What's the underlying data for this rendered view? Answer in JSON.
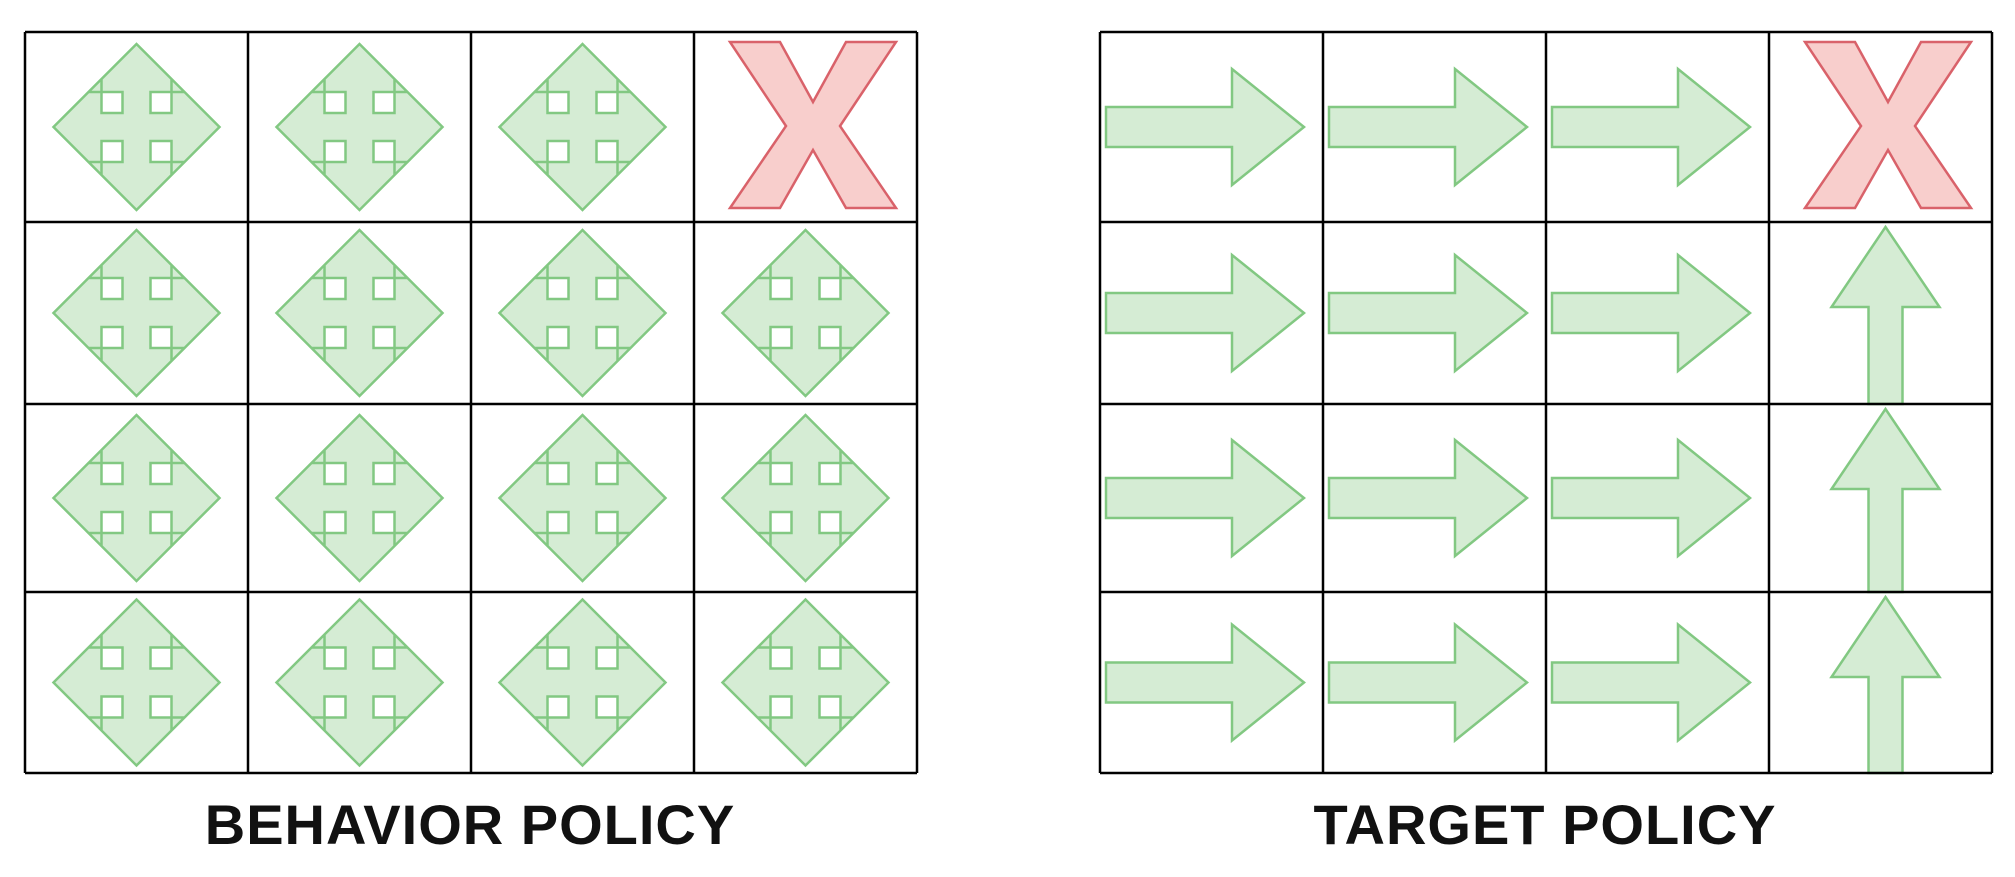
{
  "colors": {
    "arrow_fill": "#d5ecd4",
    "arrow_stroke": "#82c882",
    "terminal_fill": "#f8cecc",
    "terminal_stroke": "#d9626a",
    "grid_line": "#000000"
  },
  "icons": {
    "any_direction": "four-way-arrow-icon",
    "right": "right-arrow-icon",
    "up": "up-arrow-icon",
    "terminal": "x-mark-icon"
  },
  "behavior_policy": {
    "caption": "BEHAVIOR POLICY",
    "grid": [
      [
        "all",
        "all",
        "all",
        "X"
      ],
      [
        "all",
        "all",
        "all",
        "all"
      ],
      [
        "all",
        "all",
        "all",
        "all"
      ],
      [
        "all",
        "all",
        "all",
        "all"
      ]
    ]
  },
  "target_policy": {
    "caption": "TARGET POLICY",
    "grid": [
      [
        "right",
        "right",
        "right",
        "X"
      ],
      [
        "right",
        "right",
        "right",
        "up"
      ],
      [
        "right",
        "right",
        "right",
        "up"
      ],
      [
        "right",
        "right",
        "right",
        "up"
      ]
    ]
  }
}
